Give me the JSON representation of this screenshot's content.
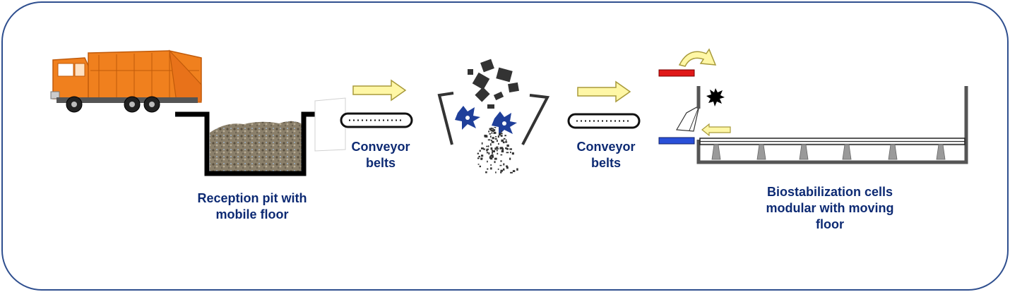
{
  "labels": {
    "reception_pit": [
      "Reception pit with",
      "mobile floor"
    ],
    "conveyor_left": [
      "Conveyor",
      "belts"
    ],
    "conveyor_right": [
      "Conveyor",
      "belts"
    ],
    "biostabilization": [
      "Biostabilization cells",
      "modular with moving",
      "floor"
    ]
  },
  "colors": {
    "frame": "#2f4f8f",
    "truck_body": "#f0801e",
    "truck_dark": "#c05a0a",
    "arrow_fill": "#fff7a6",
    "arrow_stroke": "#a89a3a",
    "label_text": "#0d2a73",
    "red_bar": "#e01818",
    "blue_bar": "#2a50d8",
    "shredder_blue": "#1f3f9a"
  },
  "icons": [
    "garbage-truck-icon",
    "waste-pile-icon",
    "conveyor-belt-icon",
    "shredder-icon",
    "turner-arrow-icon",
    "starburst-icon"
  ]
}
